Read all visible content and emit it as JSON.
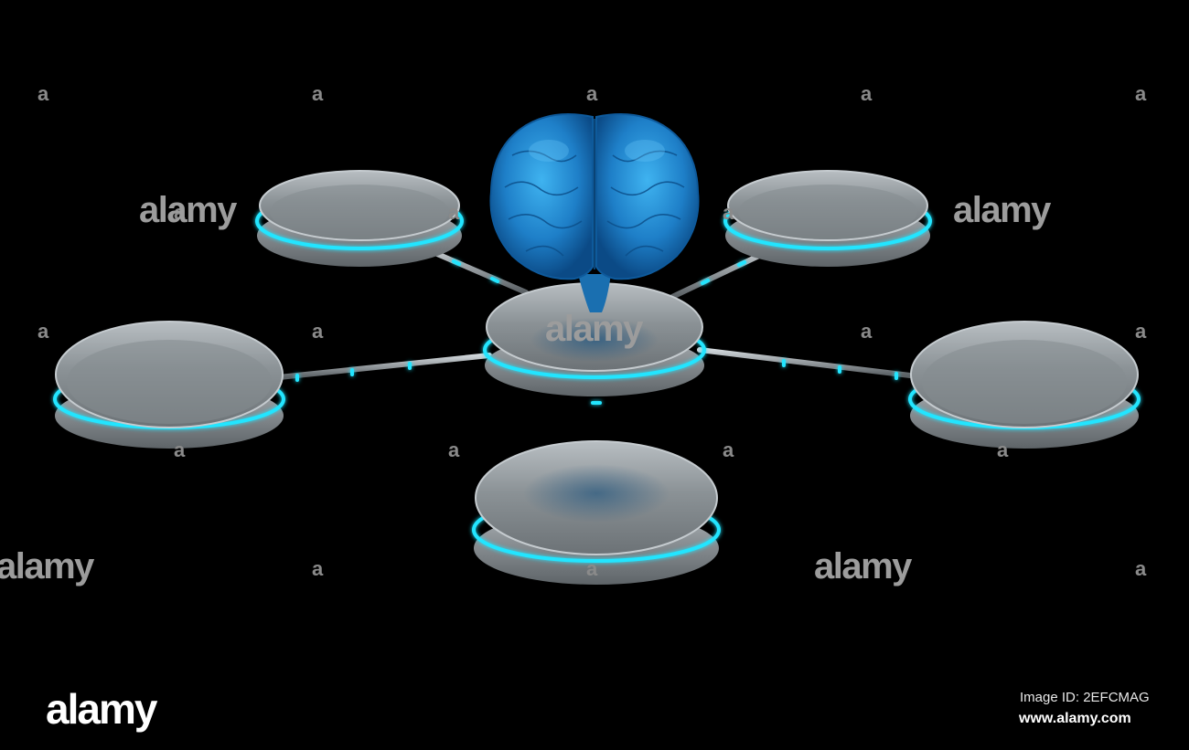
{
  "watermark": {
    "small_mark": "a",
    "big_mark": "alamy"
  },
  "footer": {
    "brand": "alamy",
    "image_id": "Image ID: 2EFCMAG",
    "site": "www.alamy.com"
  },
  "colors": {
    "background": "#000000",
    "disc": "#8e959a",
    "neon_ring": "#22e5ff",
    "brain": "#1f8fd6"
  },
  "diagram": {
    "center_icon": "brain-icon",
    "node_count": 6
  }
}
